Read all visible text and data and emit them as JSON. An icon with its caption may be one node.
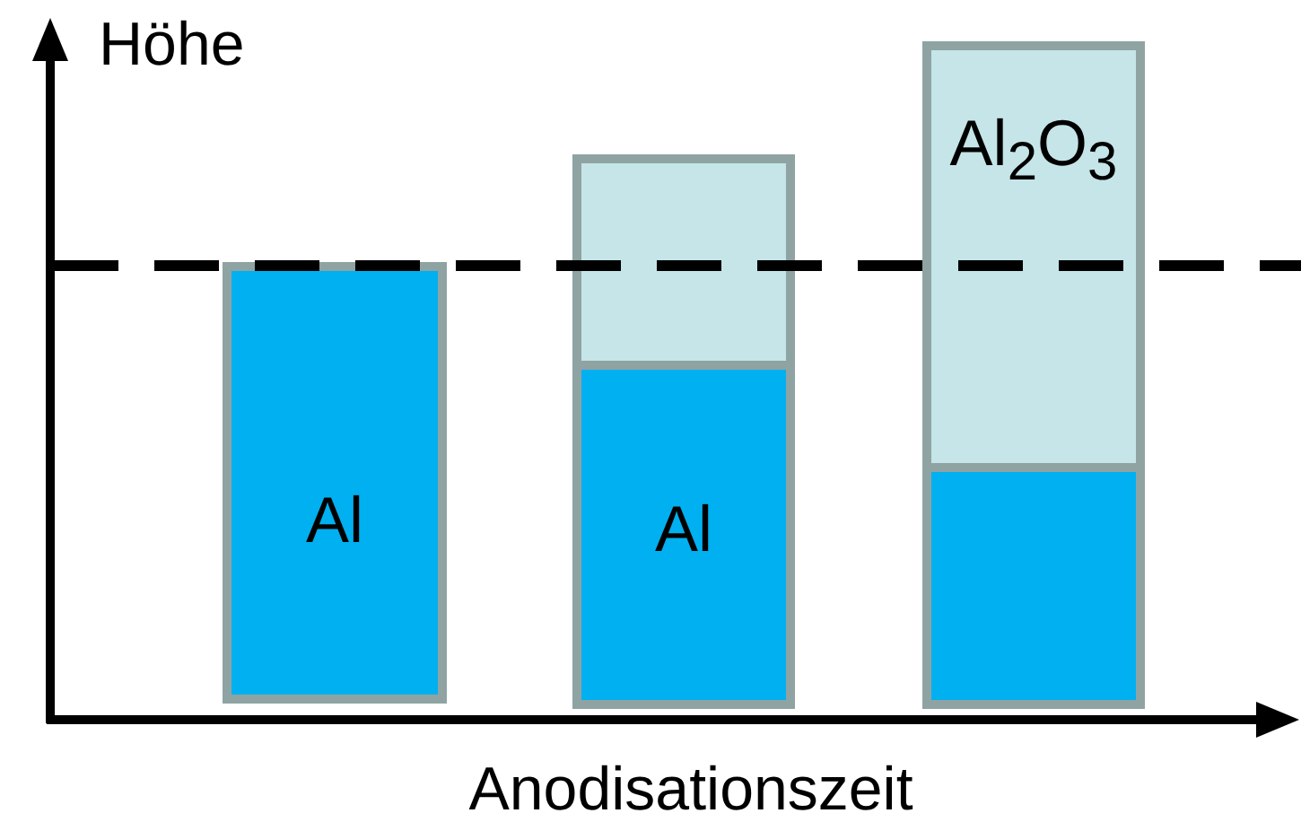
{
  "diagram": {
    "nodes": [
      {
        "text": [
          "Al"
        ]
      },
      {
        "text": [],
        "shape": "box"
      },
      {
        "text": [
          "Al"
        ]
      },
      {
        "text": [
          "Al$_{2}$O$_{3}$"
        ]
      },
      {
        "text": [],
        "shape": "box"
      }
    ],
    "labels": [
      "Höhe",
      "Anodisationszeit"
    ]
  }
}
